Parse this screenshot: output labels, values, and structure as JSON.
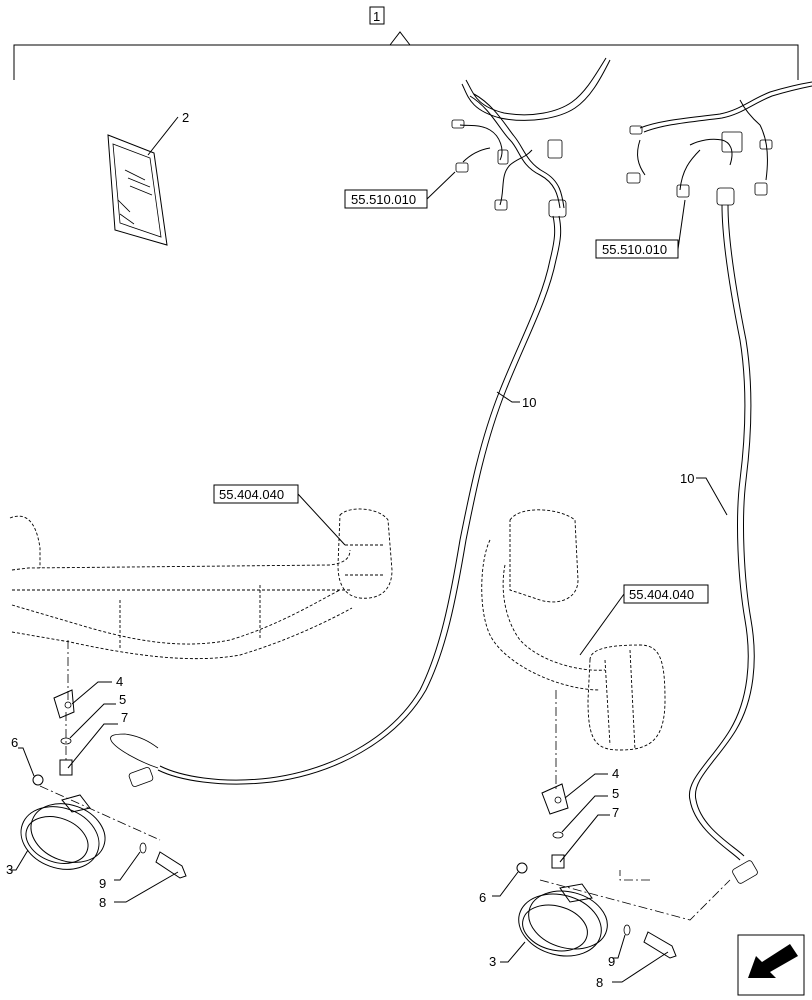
{
  "assembly": {
    "item_number": "1"
  },
  "callouts": {
    "manual": "2",
    "lamp_left": "3",
    "lamp_right": "3",
    "bracket_left": "4",
    "bracket_right": "4",
    "washer_left": "5",
    "washer_right": "5",
    "nut_left": "6",
    "nut_right": "6",
    "screw_left": "7",
    "screw_right": "7",
    "bolt_left": "8",
    "bolt_right": "8",
    "washer9_left": "9",
    "washer9_right": "9",
    "harness_left": "10",
    "harness_right": "10"
  },
  "references": {
    "harness_ref_left": "55.510.010",
    "harness_ref_right": "55.510.010",
    "mirror_ref_left": "55.404.040",
    "mirror_ref_right": "55.404.040"
  },
  "nav": {
    "icon": "next-page-arrow-icon"
  }
}
